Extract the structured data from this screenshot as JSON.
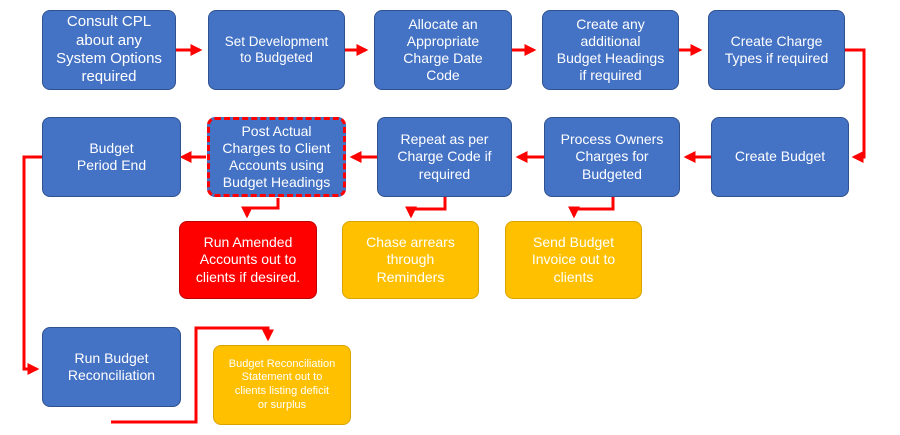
{
  "colors": {
    "step_blue": "#4472c4",
    "action_red": "#ff0000",
    "output_gold": "#ffc000",
    "connector_red": "#ff0000"
  },
  "steps": {
    "consult_cpl": "Consult CPL\nabout any\nSystem Options\nrequired",
    "set_development": "Set Development\nto Budgeted",
    "allocate_charge_date": "Allocate an\nAppropriate\nCharge Date\nCode",
    "create_budget_headings": "Create any\nadditional\nBudget Headings\nif required",
    "create_charge_types": "Create Charge\nTypes if required",
    "create_budget": "Create Budget",
    "process_owners_charges": "Process Owners\nCharges for\nBudgeted",
    "repeat_per_charge_code": "Repeat as per\nCharge Code if\nrequired",
    "post_actual_charges": "Post Actual\nCharges to Client\nAccounts using\nBudget Headings",
    "budget_period_end": "Budget\nPeriod End",
    "run_amended_accounts": "Run Amended\nAccounts out to\nclients if desired.",
    "chase_arrears": "Chase arrears\nthrough\nReminders",
    "send_budget_invoice": "Send Budget\nInvoice out to\nclients",
    "run_budget_reconciliation": "Run Budget\nReconciliation",
    "reconciliation_statement": "Budget Reconciliation\nStatement out to\nclients listing deficit\nor surplus"
  }
}
